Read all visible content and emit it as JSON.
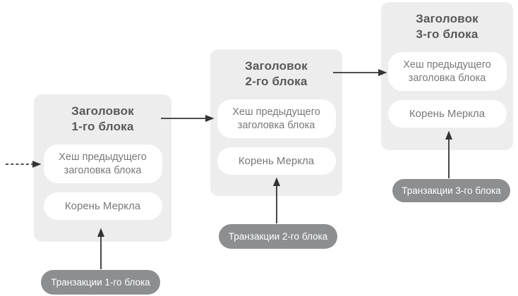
{
  "diagram": {
    "title": "Blockchain blocks linkage diagram",
    "blocks": [
      {
        "title_lines": [
          "Заголовок",
          "1-го блока"
        ],
        "prev_hash_lines": [
          "Хеш предыдущего",
          "заголовка блока"
        ],
        "merkle_root": "Корень Меркла",
        "transactions_label": "Транзакции 1-го блока"
      },
      {
        "title_lines": [
          "Заголовок",
          "2-го блока"
        ],
        "prev_hash_lines": [
          "Хеш предыдущего",
          "заголовка блока"
        ],
        "merkle_root": "Корень Меркла",
        "transactions_label": "Транзакции 2-го блока"
      },
      {
        "title_lines": [
          "Заголовок",
          "3-го блока"
        ],
        "prev_hash_lines": [
          "Хеш предыдущего",
          "заголовка блока"
        ],
        "merkle_root": "Корень Меркла",
        "transactions_label": "Транзакции 3-го блока"
      }
    ],
    "colors": {
      "block_bg": "#ededed",
      "inner_box_bg": "#ffffff",
      "title_text": "#57585a",
      "body_text": "#77787b",
      "pill_bg": "#8d8e90",
      "pill_text": "#ffffff",
      "arrow": "#343434"
    }
  }
}
